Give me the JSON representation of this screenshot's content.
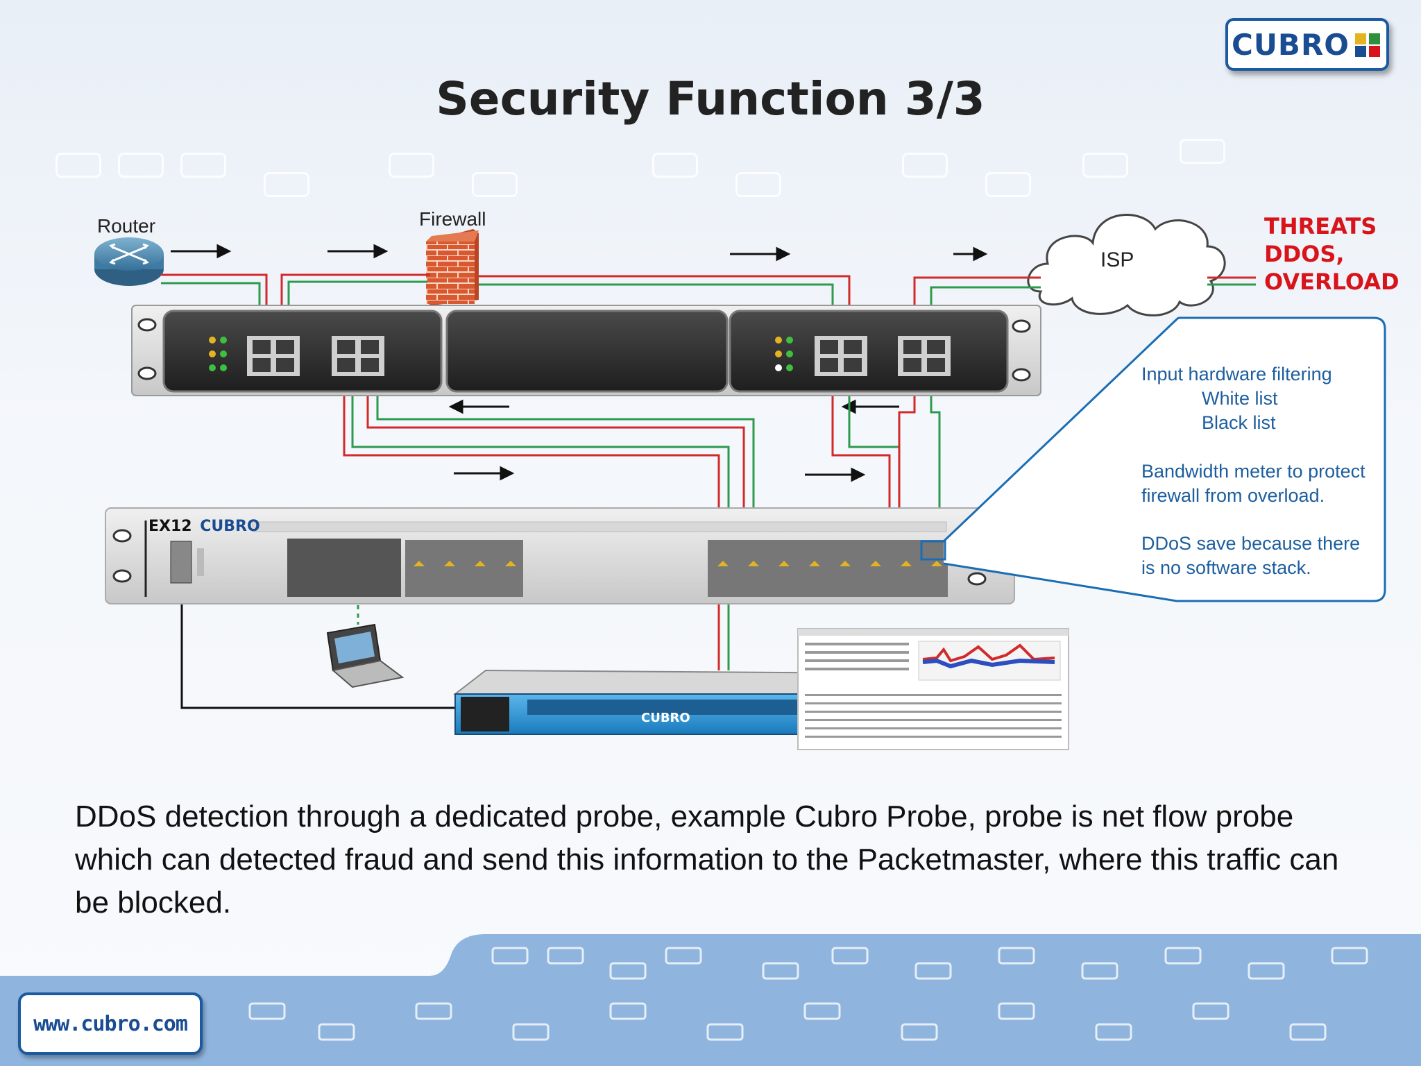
{
  "header": {
    "logo_text": "CUBRO",
    "title": "Security Function 3/3"
  },
  "diagram": {
    "router_label": "Router",
    "firewall_label": "Firewall",
    "isp_label": "ISP",
    "threats": [
      "THREATS",
      "DDOS,",
      "OVERLOAD"
    ],
    "switch_model": "EX12",
    "switch_brand": "CUBRO",
    "server_brand": "CUBRO",
    "callout": {
      "line1": "Input hardware filtering",
      "line2": "White list",
      "line3": "Black list",
      "line4": "Bandwidth meter to protect",
      "line5": "firewall from overload.",
      "line6": "DDoS save because there",
      "line7": "is no software stack."
    }
  },
  "caption": "DDoS detection through a dedicated probe, example Cubro Probe, probe is net flow probe which can detected fraud and send this information to the Packetmaster, where this traffic can be blocked.",
  "footer": {
    "url": "www.cubro.com"
  },
  "colors": {
    "brand_blue": "#1a4c92",
    "threat_red": "#d8141b",
    "callout_blue": "#1c5e9e",
    "line_red": "#d22a2a",
    "line_green": "#2e9a4e"
  }
}
